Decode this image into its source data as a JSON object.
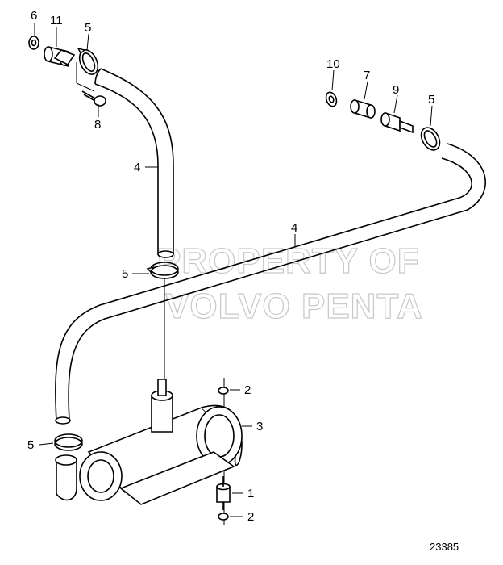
{
  "watermark": {
    "line1": "PROPERTY OF",
    "line2": "VOLVO PENTA"
  },
  "figure_number": "23385",
  "callouts": {
    "c6": "6",
    "c11": "11",
    "c5_top_left": "5",
    "c8": "8",
    "c4_vertical_hose": "4",
    "c10": "10",
    "c7": "7",
    "c9": "9",
    "c5_top_right": "5",
    "c4_long_hose": "4",
    "c5_middle": "5",
    "c2_top": "2",
    "c3": "3",
    "c5_bottom_left": "5",
    "c1": "1",
    "c2_bottom": "2"
  }
}
